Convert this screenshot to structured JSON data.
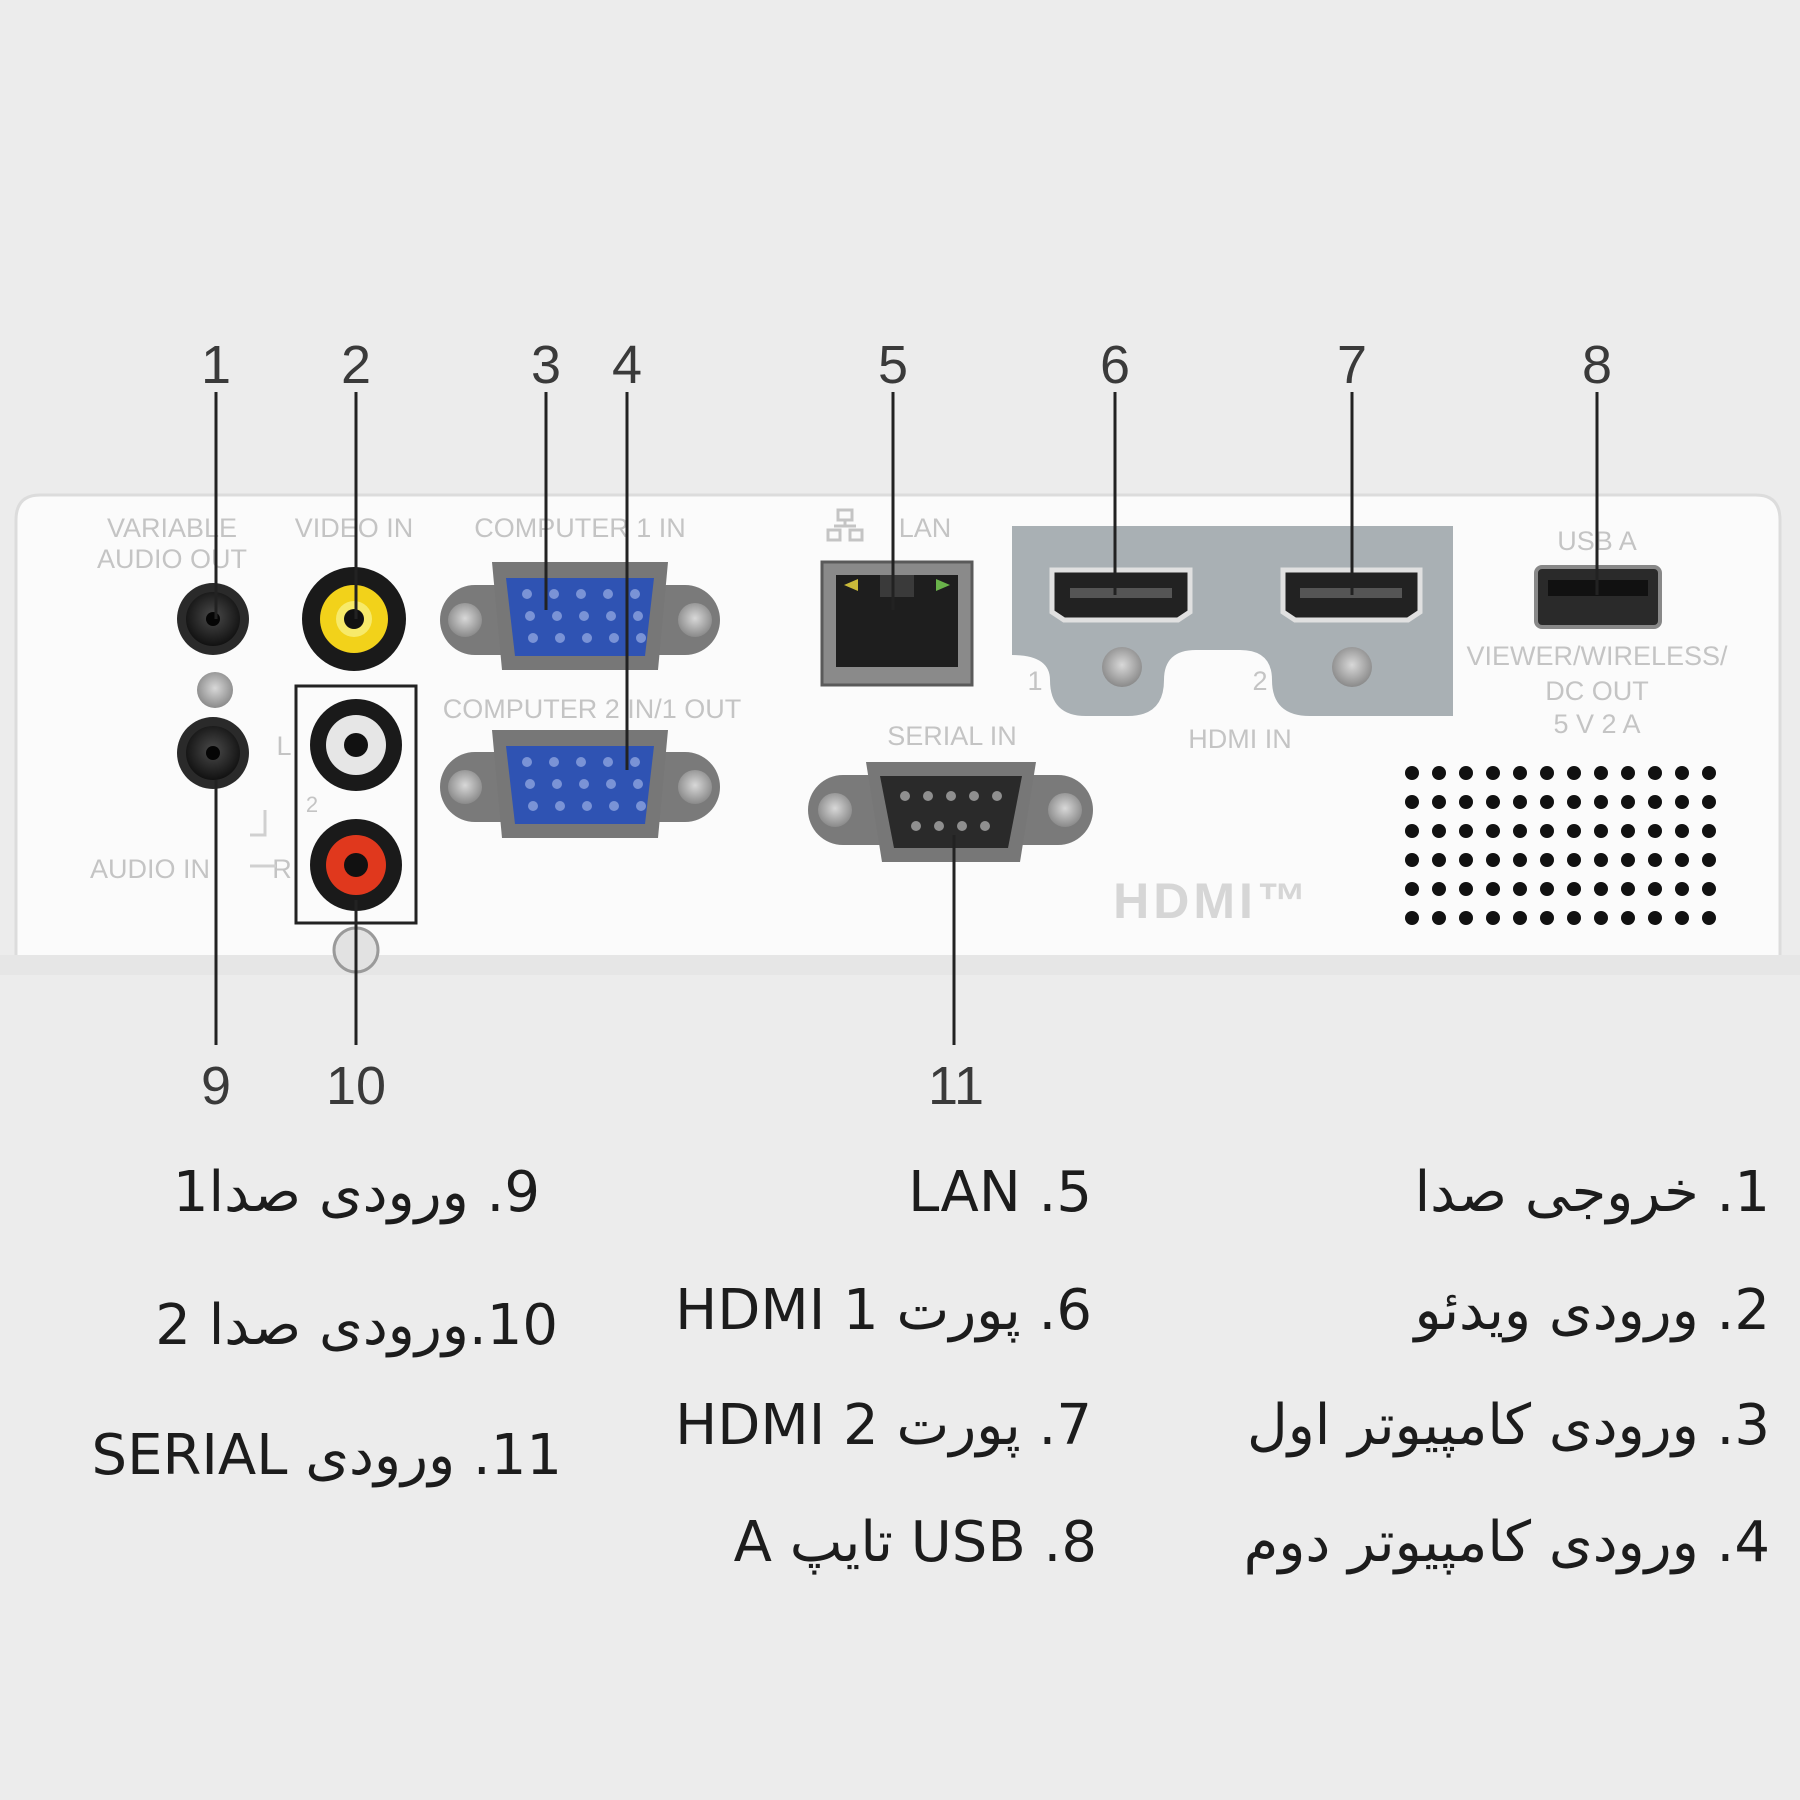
{
  "callouts": {
    "c1": "1",
    "c2": "2",
    "c3": "3",
    "c4": "4",
    "c5": "5",
    "c6": "6",
    "c7": "7",
    "c8": "8",
    "c9": "9",
    "c10": "10",
    "c11": "11"
  },
  "panel_labels": {
    "variable_1": "VARIABLE",
    "variable_2": "AUDIO OUT",
    "video_in": "VIDEO IN",
    "computer1": "COMPUTER 1 IN",
    "computer2": "COMPUTER 2 IN/1 OUT",
    "lan": "LAN",
    "serial": "SERIAL IN",
    "hdmi_in": "HDMI IN",
    "hdmi_1": "1",
    "hdmi_2": "2",
    "usb_a": "USB A",
    "viewer_1": "VIEWER/WIRELESS/",
    "viewer_2": "DC OUT",
    "viewer_3": "5 V 2 A",
    "audio_in": "AUDIO IN",
    "l": "L",
    "r": "R",
    "audio_2": "2",
    "hdmi_logo": "HDMI™"
  },
  "legend": [
    {
      "text": "1. خروجی صدا"
    },
    {
      "text": "2. ورودی ویدئو"
    },
    {
      "text": "3. ورودی کامپیوتر اول"
    },
    {
      "text": "4. ورودی کامپیوتر دوم"
    },
    {
      "text": "5. LAN"
    },
    {
      "text": "6. پورت HDMI 1"
    },
    {
      "text": "7. پورت HDMI 2"
    },
    {
      "text": "8. USB تایپ A"
    },
    {
      "text": "9. ورودی صدا1"
    },
    {
      "text": "10.ورودی صدا 2"
    },
    {
      "text": "11. ورودی SERIAL"
    }
  ],
  "colors": {
    "background": "#ececec",
    "panel": "#fafafa",
    "vga_blue": "#2f53b3",
    "rca_yellow": "#f2d21a",
    "rca_red": "#e0381d",
    "hdmi_plate": "#a9b0b4"
  }
}
